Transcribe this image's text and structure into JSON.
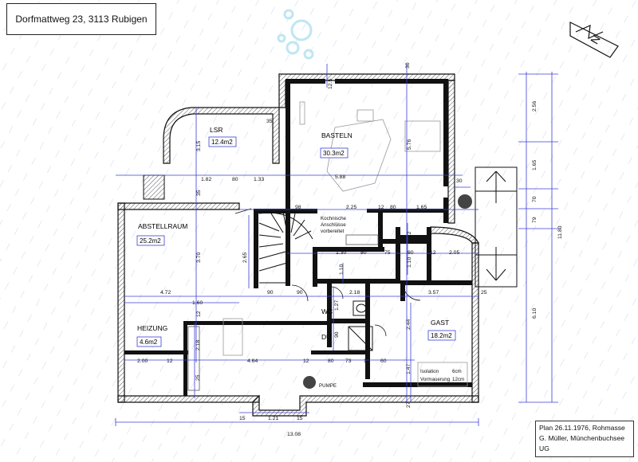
{
  "header": {
    "address": "Dorfmattweg 23, 3113 Rubigen"
  },
  "stamp": {
    "line1": "Plan 26.11.1976, Rohmasse",
    "line2": "G. Müller, Münchenbuchsee",
    "line3": "UG"
  },
  "compass": {
    "label": "N"
  },
  "rooms": {
    "lsr": {
      "name": "LSR",
      "area": "12.4m2"
    },
    "basteln": {
      "name": "BASTELN",
      "area": "30.3m2"
    },
    "abstellraum": {
      "name": "ABSTELLRAUM",
      "area": "25.2m2"
    },
    "heizung": {
      "name": "HEIZUNG",
      "area": "4.6m2"
    },
    "gast": {
      "name": "GAST",
      "area": "18.2m2"
    },
    "wc": {
      "name": "WC"
    },
    "du": {
      "name": "DU"
    }
  },
  "notes": {
    "kitchen_line1": "Kochnische",
    "kitchen_line2": "Anschlüsse",
    "kitchen_line3": "vorbereitet",
    "pumpe": "PUMPE",
    "isolation": "Isolation",
    "isolation_val": "6cm",
    "vormauerung": "Vormauerung",
    "vormauerung_val": "12cm"
  },
  "dims": {
    "d_30_top": "30",
    "d_12_5": "12.5",
    "d_35_a": "35",
    "d_3_15": "3.15",
    "d_5_76": "5.76",
    "d_2_56": "2.56",
    "d_1_65": "1.65",
    "d_70": "70",
    "d_79": "79",
    "d_11_80": "11.80",
    "d_6_10": "6.10",
    "d_1_82": "1.82",
    "d_80_a": "80",
    "d_1_33": "1.33",
    "d_5_88": "5.88",
    "d_30_r": "30",
    "d_35_b": "35",
    "d_98": "98",
    "d_2_25": "2.25",
    "d_12_a": "12",
    "d_80_b": "80",
    "d_1_65_b": "1.65",
    "d_2_65": "2.65",
    "d_3_70": "3.70",
    "d_12_b": "12",
    "d_1_30": "1.30",
    "d_80_c": "80",
    "d_75": "75",
    "d_80_d": "80",
    "d_12_c": "12",
    "d_2_05": "2.05",
    "d_1_10": "1.10",
    "d_1_10_b": "1.10",
    "d_4_72": "4.72",
    "d_90_a": "90",
    "d_90_b": "90",
    "d_2_18_top": "2.18",
    "d_3_57": "3.57",
    "d_25_a": "25",
    "d_1_60": "1.60",
    "d_12_d": "12",
    "d_1_27": "1.27",
    "d_2_18_v": "2.18",
    "d_2_44": "2.44",
    "d_90_c": "90",
    "d_2_00": "2.00",
    "d_12_e": "12",
    "d_4_64": "4.64",
    "d_12_f": "12",
    "d_80_e": "80",
    "d_73": "73",
    "d_12_g": "12",
    "d_60": "60",
    "d_1_47": "1.47",
    "d_25_b": "25",
    "d_27": "27",
    "d_15_a": "15",
    "d_1_21": "1.21",
    "d_15_b": "15",
    "d_13_08": "13.08"
  }
}
